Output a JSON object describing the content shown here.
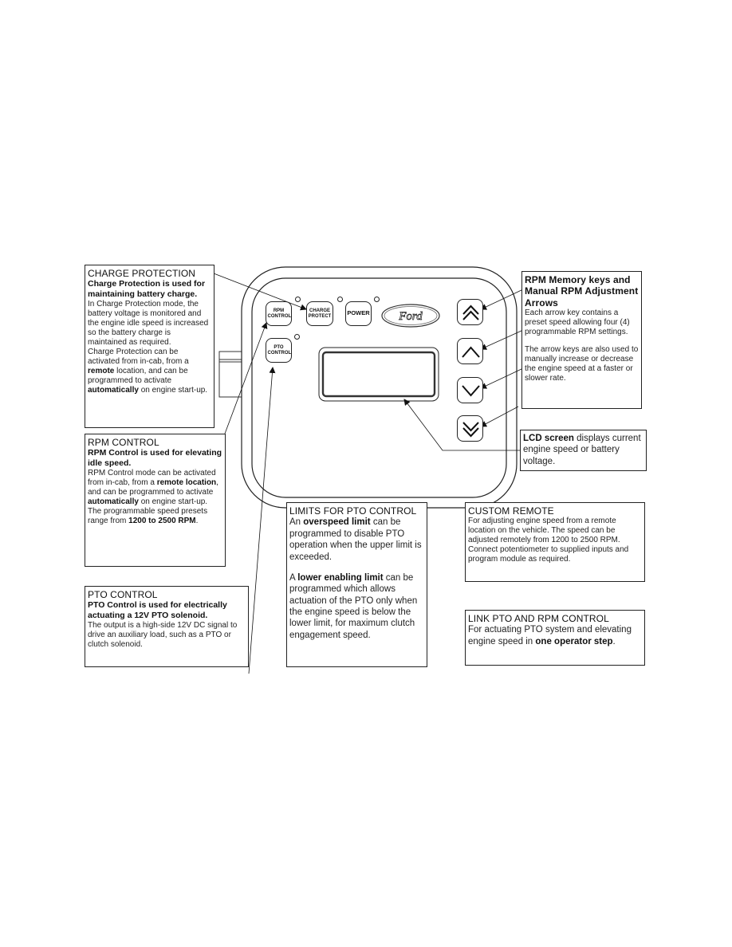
{
  "device": {
    "buttons": {
      "rpm_control": "RPM CONTROL",
      "charge_protect": "CHARGE PROTECT",
      "power": "POWER",
      "pto_control": "PTO CONTROL"
    },
    "logo": "Ford",
    "arrow_keys": [
      "double-up",
      "up",
      "down",
      "double-down"
    ]
  },
  "callouts": {
    "charge_protection": {
      "title": "CHARGE PROTECTION",
      "lead": "Charge Protection is used for maintaining battery charge.",
      "p1": "In Charge Protection mode, the battery voltage is monitored and the engine idle speed is increased so the battery charge is maintained as required.",
      "p2_a": "Charge Protection can be activated from in-cab, from a ",
      "p2_b": "remote",
      "p2_c": " location, and can be programmed to activate ",
      "p2_d": "automatically",
      "p2_e": " on engine start-up."
    },
    "rpm_control": {
      "title": "RPM CONTROL",
      "lead": "RPM Control is used for elevating idle speed.",
      "p1_a": "RPM Control mode can be activated from in-cab, from a ",
      "p1_b": "remote location",
      "p1_c": ", and can be programmed to activate ",
      "p1_d": "automatically",
      "p1_e": " on engine start-up.",
      "p2_a": "The programmable speed presets range from ",
      "p2_b": "1200 to 2500 RPM",
      "p2_c": "."
    },
    "pto_control": {
      "title": "PTO CONTROL",
      "lead": "PTO Control is used for electrically actuating a 12V PTO solenoid.",
      "p1": "The output is a high-side 12V DC signal to drive an auxiliary load, such as a PTO or clutch solenoid."
    },
    "limits_pto": {
      "title": "LIMITS FOR PTO CONTROL",
      "p1_a": "An ",
      "p1_b": "overspeed limit",
      "p1_c": " can be programmed to disable PTO operation when the upper limit is exceeded.",
      "p2_a": "A ",
      "p2_b": "lower enabling limit",
      "p2_c": " can be programmed which allows actuation of the PTO only when the engine speed is below the lower limit, for maximum clutch engagement speed."
    },
    "custom_remote": {
      "title": "CUSTOM REMOTE",
      "p1": "For adjusting engine speed from a remote location on the vehicle.  The speed can be adjusted remotely from 1200 to 2500 RPM.  Connect potentiometer to supplied inputs and program module as required."
    },
    "link_pto_rpm": {
      "title": "LINK PTO AND RPM CONTROL",
      "p1_a": "For actuating PTO system and elevating engine speed in ",
      "p1_b": "one operator step",
      "p1_c": "."
    },
    "rpm_memory": {
      "title": "RPM Memory keys and Manual RPM Adjustment Arrows",
      "p1": "Each arrow key contains a preset speed allowing four (4) programmable RPM settings.",
      "p2": "The arrow keys are also used to manually increase or decrease the engine speed at a faster or slower rate."
    },
    "lcd_screen": {
      "lead": "LCD screen",
      "p1": " displays current engine speed or battery voltage."
    }
  }
}
